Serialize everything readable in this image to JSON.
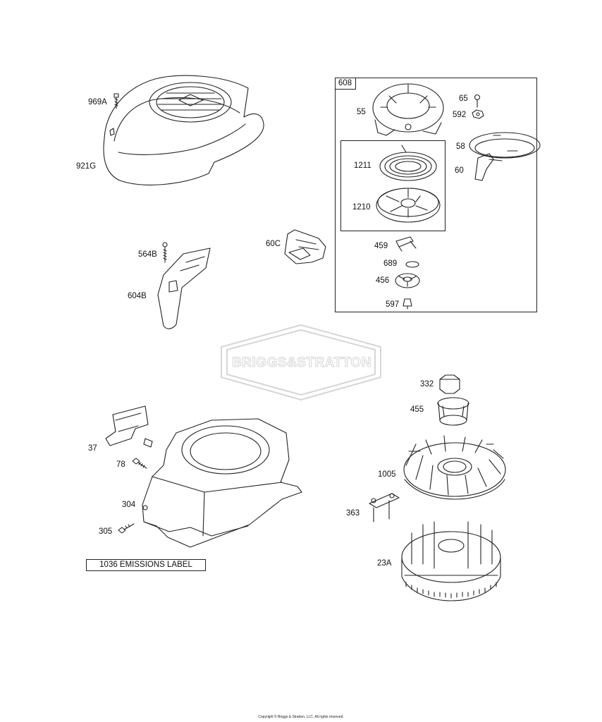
{
  "watermark": "BRIGGS&STRATTON",
  "copyright": "Copyright © Briggs & Stratton, LLC. All rights reserved.",
  "group_label": "608",
  "emissions_label": "1036 EMISSIONS LABEL",
  "labels": {
    "p969A": "969A",
    "p921G": "921G",
    "p564B": "564B",
    "p604B": "604B",
    "p60C": "60C",
    "p55": "55",
    "p65": "65",
    "p592": "592",
    "p58": "58",
    "p60": "60",
    "p1211": "1211",
    "p1210": "1210",
    "p459": "459",
    "p689": "689",
    "p456": "456",
    "p597": "597",
    "p37": "37",
    "p78": "78",
    "p304": "304",
    "p305": "305",
    "p332": "332",
    "p455": "455",
    "p1005": "1005",
    "p363": "363",
    "p23A": "23A"
  },
  "colors": {
    "line": "#222222",
    "watermark": "#d6d6d6"
  }
}
